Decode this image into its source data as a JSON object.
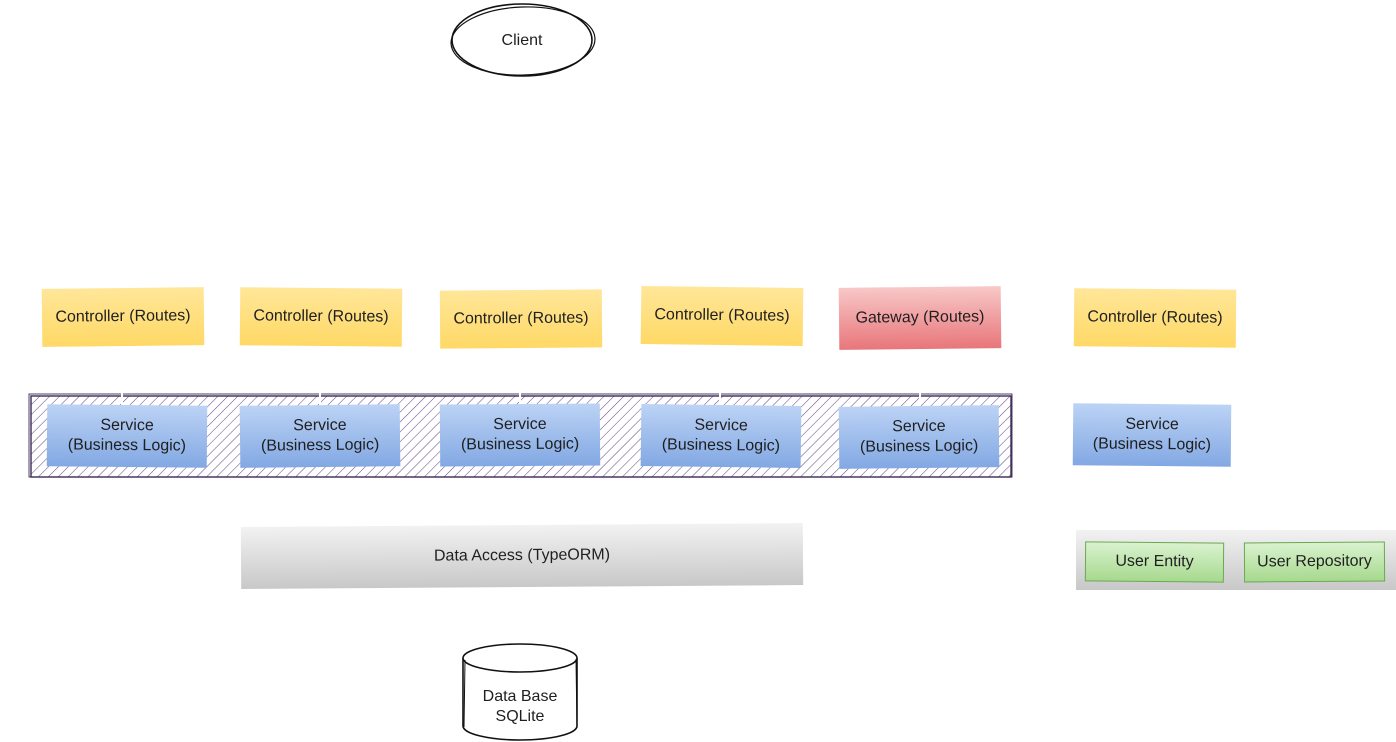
{
  "client": {
    "label": "Client"
  },
  "controllers": [
    {
      "label": "Controller (Routes)"
    },
    {
      "label": "Controller (Routes)"
    },
    {
      "label": "Controller (Routes)"
    },
    {
      "label": "Controller (Routes)"
    },
    {
      "label": "Gateway (Routes)"
    },
    {
      "label": "Controller (Routes)"
    }
  ],
  "services": [
    {
      "label": "Service\n(Business Logic)"
    },
    {
      "label": "Service\n(Business Logic)"
    },
    {
      "label": "Service\n(Business Logic)"
    },
    {
      "label": "Service\n(Business Logic)"
    },
    {
      "label": "Service\n(Business Logic)"
    },
    {
      "label": "Service\n(Business Logic)"
    }
  ],
  "data_access": {
    "label": "Data Access (TypeORM)"
  },
  "entities": {
    "user_entity": "User Entity",
    "user_repository": "User Repository"
  },
  "database": {
    "line1": "Data Base",
    "line2": "SQLite"
  },
  "colors": {
    "controller": "#ffd966",
    "gateway": "#e8767a",
    "service": "#82a8e3",
    "data_access": "#c8c8c8",
    "entity": "#a7d98e",
    "hatch": "#5b3f7a"
  }
}
